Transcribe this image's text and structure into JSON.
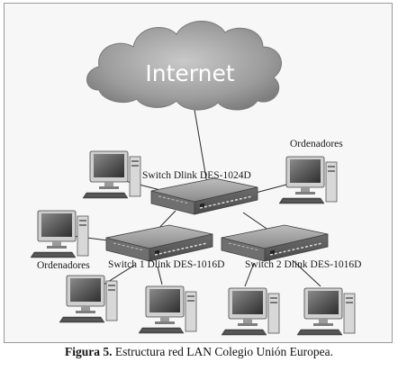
{
  "diagram": {
    "cloud_label": "Internet",
    "switch_main_label": "Switch Dlink DES-1024D",
    "switch_1_label": "Switch 1 Dlink DES-1016D",
    "switch_2_label": "Switch 2 Dlink DES-1016D",
    "group_label_right": "Ordenadores",
    "group_label_left": "Ordenadores"
  },
  "caption": {
    "prefix": "Figura 5.",
    "text": " Estructura red LAN Colegio Unión Europea."
  },
  "colors": {
    "cloud": "#9a9a9a",
    "switch": "#8c8c8c",
    "monitor": "#3a3a3a",
    "cable": "#2a2a2a"
  }
}
